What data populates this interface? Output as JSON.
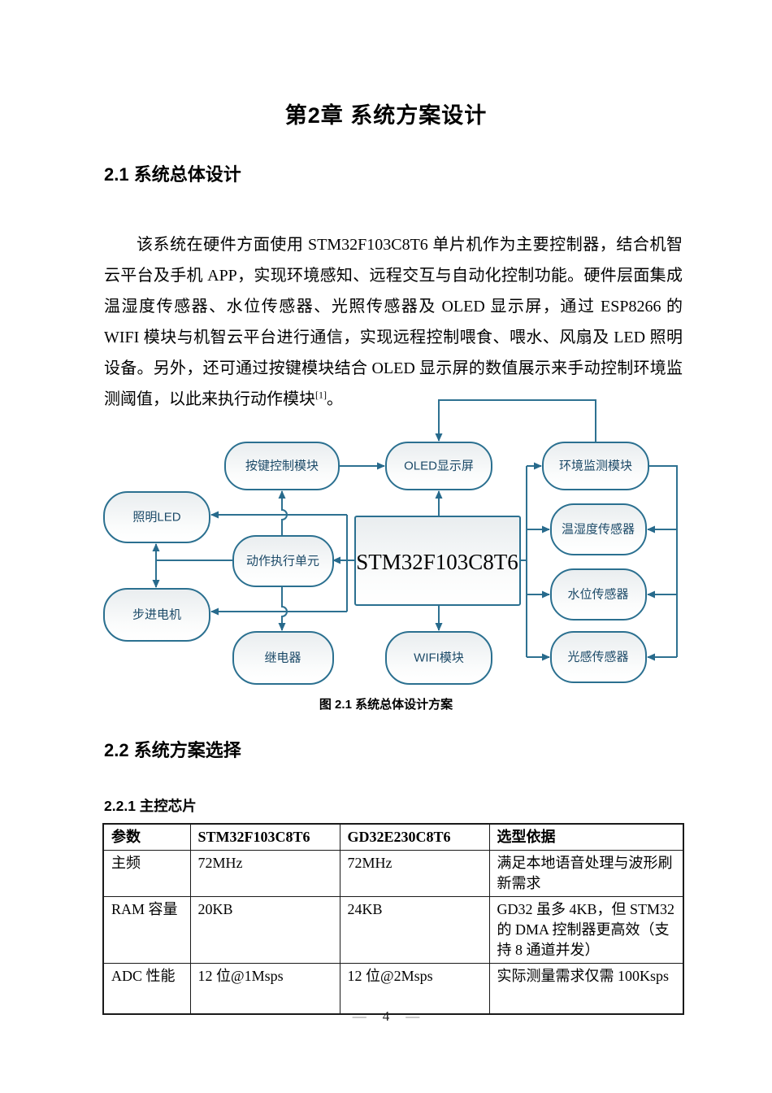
{
  "page": {
    "chapter_title": "第2章 系统方案设计",
    "section_2_1": "2.1 系统总体设计",
    "paragraph": {
      "text": "该系统在硬件方面使用 STM32F103C8T6 单片机作为主要控制器，结合机智云平台及手机 APP，实现环境感知、远程交互与自动化控制功能。硬件层面集成温湿度传感器、水位传感器、光照传感器及 OLED 显示屏，通过 ESP8266 的 WIFI 模块与机智云平台进行通信，实现远程控制喂食、喂水、风扇及 LED 照明设备。另外，还可通过按键模块结合 OLED 显示屏的数值展示来手动控制环境监测阈值，以此来执行动作模块",
      "footnote_ref": "[1]",
      "after": "。"
    },
    "figure_caption": "图 2.1 系统总体设计方案",
    "section_2_2": "2.2 系统方案选择",
    "section_2_2_1": "2.2.1 主控芯片",
    "footer": {
      "dash_left": "—",
      "page_number": "4",
      "dash_right": "—"
    }
  },
  "diagram": {
    "colors": {
      "line": "#2e7191",
      "node_text": "#1c4a68",
      "node_border": "#2b7090"
    },
    "nodes": {
      "key_ctrl": "按键控制模块",
      "oled": "OLED显示屏",
      "env_monitor": "环境监测模块",
      "led": "照明LED",
      "action_unit": "动作执行单元",
      "mcu": "STM32F103C8T6",
      "temp_hum": "温湿度传感器",
      "stepper": "步进电机",
      "relay": "继电器",
      "wifi": "WIFI模块",
      "water": "水位传感器",
      "light": "光感传感器"
    }
  },
  "table": {
    "headers": [
      "参数",
      "STM32F103C8T6",
      "GD32E230C8T6",
      "选型依据"
    ],
    "rows": [
      {
        "cells": [
          "主频",
          "72MHz",
          "72MHz",
          "满足本地语音处理与波形刷新需求"
        ]
      },
      {
        "cells": [
          "RAM 容量",
          "20KB",
          "24KB",
          "GD32 虽多 4KB，但 STM32 的 DMA 控制器更高效（支持 8 通道并发）"
        ]
      },
      {
        "cells": [
          "ADC 性能",
          "12 位@1Msps",
          "12 位@2Msps",
          "实际测量需求仅需 100Ksps"
        ]
      }
    ]
  }
}
